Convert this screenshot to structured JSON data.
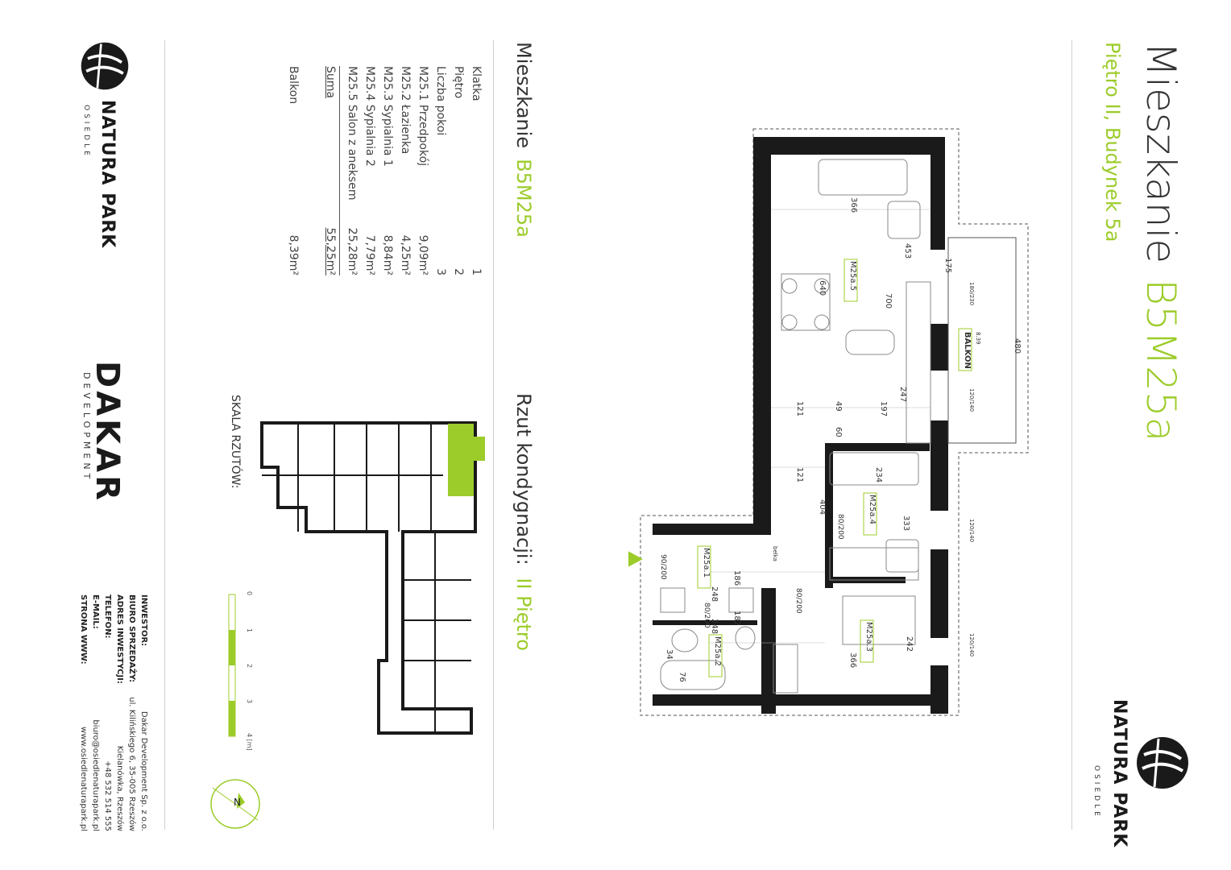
{
  "title": {
    "prefix": "Mieszkanie",
    "code": "B5M25a",
    "subtitle": "Piętro II, Budynek 5a"
  },
  "brand": {
    "name": "NATURA PARK",
    "tagline": "OSIEDLE"
  },
  "developer": {
    "name": "DAKAR",
    "tagline": "DEVELOPMENT"
  },
  "summary": {
    "heading_prefix": "Mieszkanie",
    "heading_code": "B5M25a",
    "rows": [
      {
        "label": "Klatka",
        "value": "1"
      },
      {
        "label": "Piętro",
        "value": "2"
      },
      {
        "label": "Liczba pokoi",
        "value": "3"
      },
      {
        "label": "M25.1 Przedpokój",
        "value": "9,09m²"
      },
      {
        "label": "M25.2 Łazienka",
        "value": "4,25m²"
      },
      {
        "label": "M25.3 Sypialnia 1",
        "value": "8,84m²"
      },
      {
        "label": "M25.4 Sypialnia 2",
        "value": "7,79m²"
      },
      {
        "label": "M25.5 Salon z aneksem",
        "value": "25,28m²"
      }
    ],
    "total_label": "Suma",
    "total_value": "55,25m²",
    "balcony_label": "Balkon",
    "balcony_value": "8,39m²"
  },
  "floor_plan_heading": {
    "prefix": "Rzut kondygnacji:",
    "level": "II Piętro"
  },
  "scale": {
    "heading": "SKALA RZUTÓW:",
    "ticks": [
      "0",
      "1",
      "2",
      "3",
      "4 [m]"
    ]
  },
  "contact": {
    "labels": [
      "INWESTOR:",
      "BIURO SPRZEDAŻY:",
      "ADRES INWESTYCJI:",
      "TELEFON:",
      "E-MAIL:",
      "STRONA WWW:"
    ],
    "values": [
      "Dakar Development Sp. z o.o.",
      "ul. Kilińskiego 6, 35-005 Rzeszów",
      "Kielanówka, Rzeszów",
      "+48 532 514 555",
      "biuro@osiedlenaturapark.pl",
      "www.osiedlenaturapark.pl"
    ]
  },
  "plan_labels": {
    "rooms": [
      "M25a.5",
      "M25a.4",
      "M25a.3",
      "M25a.2",
      "M25a.1"
    ],
    "balcony": "BALKON",
    "balcony_area": "8.39",
    "dims": [
      "366",
      "453",
      "175",
      "640",
      "700",
      "480",
      "247",
      "121",
      "49",
      "197",
      "60",
      "121",
      "234",
      "404",
      "333",
      "186",
      "248",
      "182",
      "248",
      "242",
      "366",
      "34",
      "76"
    ],
    "doors": [
      "80/200",
      "90/200",
      "80/200",
      "80/200"
    ],
    "windows": [
      "180/230",
      "120/140",
      "120/140",
      "120/140"
    ],
    "beam": "belka"
  },
  "colors": {
    "accent": "#9ccc2a",
    "wall": "#1a1a1a",
    "text": "#333333"
  }
}
